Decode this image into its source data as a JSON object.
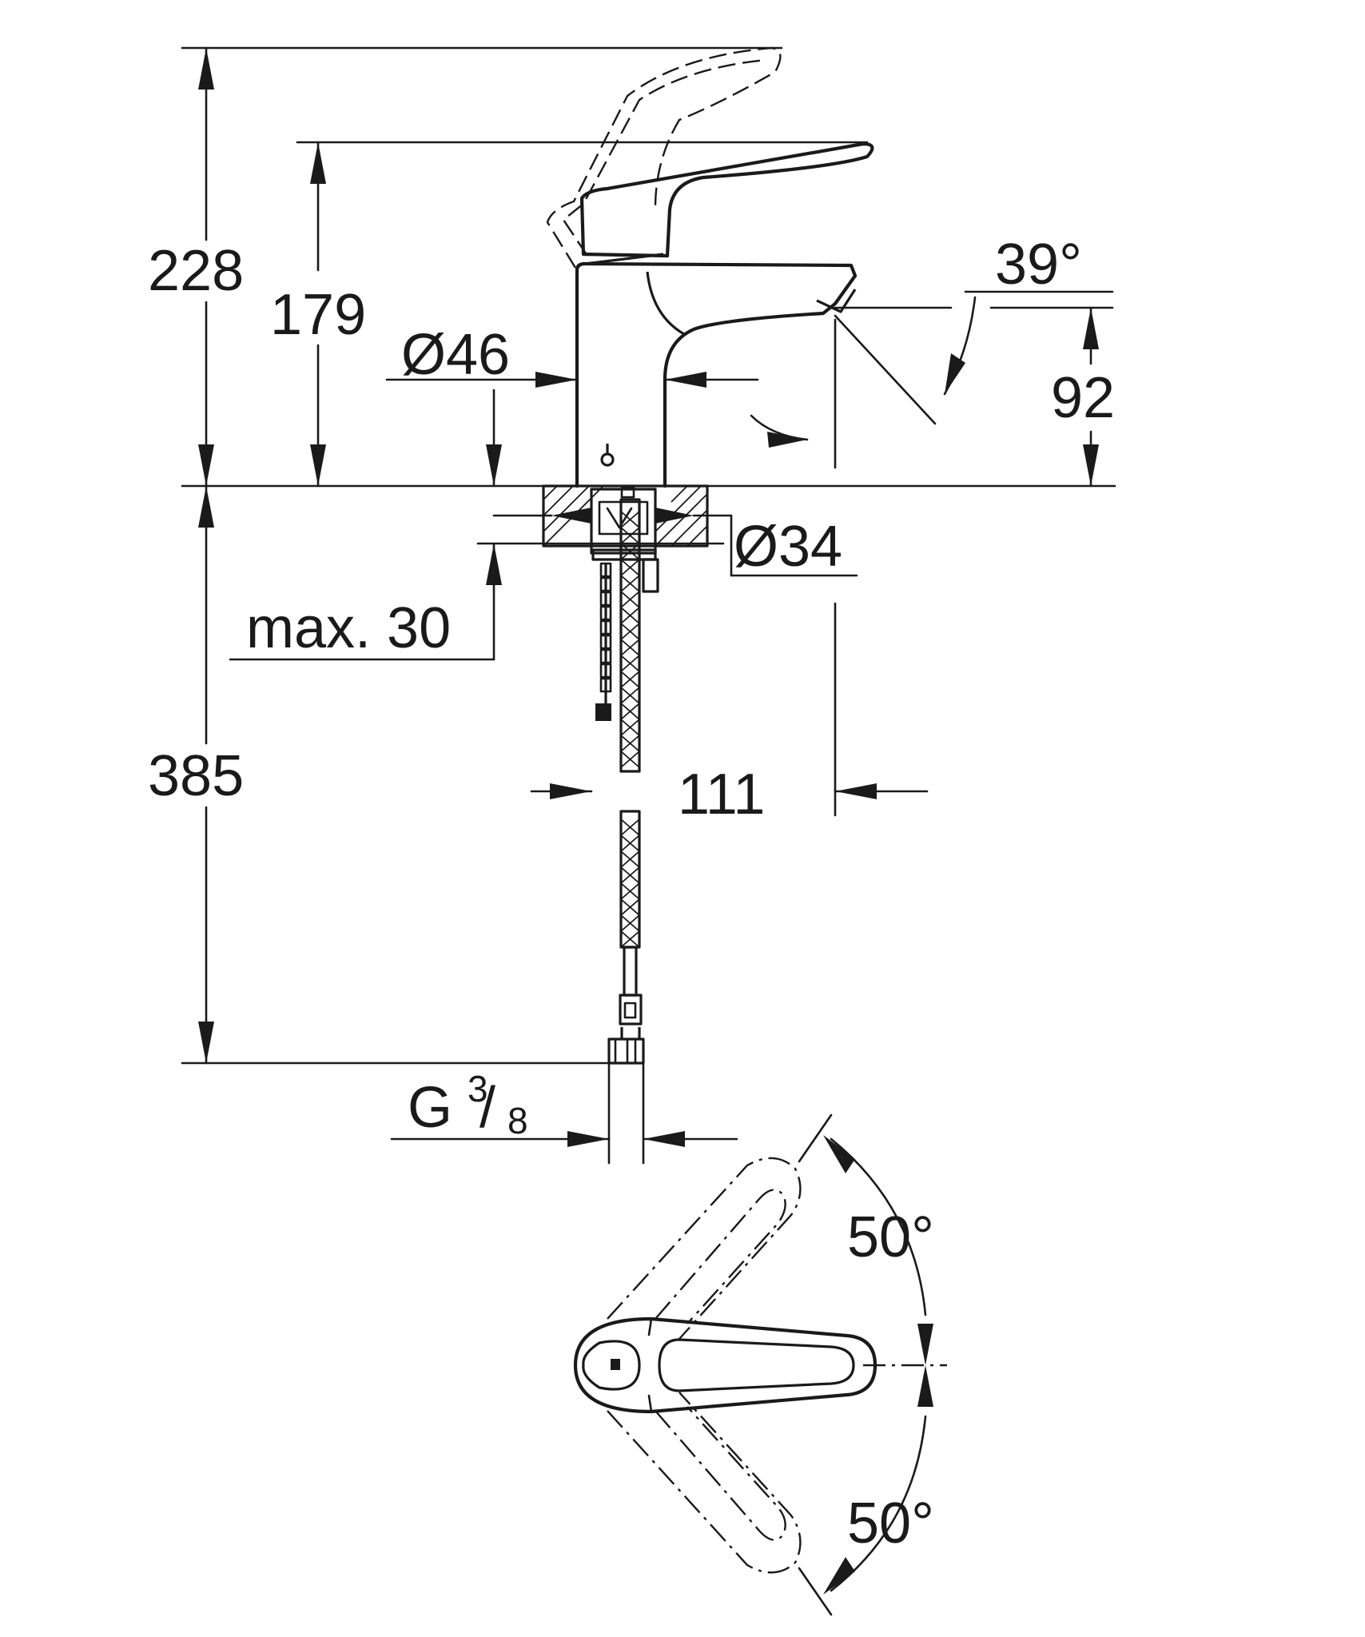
{
  "dimensions": {
    "total_height_lever_open": "228",
    "height_to_lever": "179",
    "body_diameter": "Ø46",
    "spout_height": "92",
    "spout_angle": "39°",
    "mounting_hole_diameter": "Ø34",
    "max_counter_thickness": "max. 30",
    "hose_length": "385",
    "spout_projection": "111",
    "connection_thread_prefix": "G",
    "connection_thread_num": "3",
    "connection_thread_den": "8",
    "lever_rotation_left": "50°",
    "lever_rotation_right": "50°"
  }
}
